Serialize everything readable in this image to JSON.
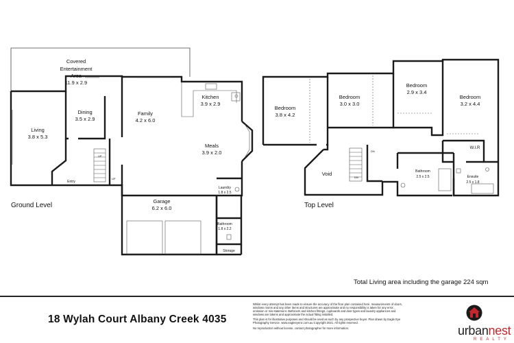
{
  "ground_level": {
    "level_label": "Ground Level",
    "rooms": {
      "covered_area": {
        "name_line1": "Covered",
        "name_line2": "Entertainment",
        "name_line3": "Area",
        "size": "11.9 x 2.9"
      },
      "living": {
        "name": "Living",
        "size": "3.8 x 5.3"
      },
      "dining": {
        "name": "Dining",
        "size": "3.5 x 2.9"
      },
      "family": {
        "name": "Family",
        "size": "4.2 x 6.0"
      },
      "kitchen": {
        "name": "Kitchen",
        "size": "3.9 x 2.9"
      },
      "meals": {
        "name": "Meals",
        "size": "3.9 x 2.0"
      },
      "entry": {
        "name": "Entry"
      },
      "garage": {
        "name": "Garage",
        "size": "6.2 x 6.0"
      },
      "laundry": {
        "name": "Laundry",
        "size": "1.8 x 2.5"
      },
      "bathroom": {
        "name": "Bathroom",
        "size": "1.8 x 2.2"
      },
      "storage": {
        "name": "Storage"
      }
    },
    "stair_marks": [
      "UP",
      "UP"
    ]
  },
  "top_level": {
    "level_label": "Top Level",
    "rooms": {
      "bedroom1": {
        "name": "Bedroom",
        "size": "3.8 x 4.2"
      },
      "bedroom2": {
        "name": "Bedroom",
        "size": "3.0 x 3.0"
      },
      "bedroom3": {
        "name": "Bedroom",
        "size": "2.9 x 3.4"
      },
      "bedroom4": {
        "name": "Bedroom",
        "size": "3.2 x 4.4"
      },
      "wir": {
        "name": "W.I.R"
      },
      "void": {
        "name": "Void"
      },
      "bathroom": {
        "name": "Bathroom",
        "size": "2.5 x 2.5"
      },
      "ensuite": {
        "name": "Ensuite",
        "size": "2.5 x 1.8"
      }
    },
    "stair_marks": [
      "DN",
      "DN"
    ]
  },
  "total_area": "Total Living area including the garage 224 sqm",
  "address": "18 Wylah Court Albany Creek 4035",
  "disclaimer": [
    "Whilst every attempt has been made to ensure the accuracy of the floor plan contained here, measurements of doors, windows rooms and any other items and structures are approximate and no responsibility is taken for any error, omission or mis-statement. Bathroom and kitchen fittings, cupboards and door types and laundry appliances and windows are tokens and approximate the actual fitting installed.",
    "This plan is for illustrative purposes and should be used as such by any prospective buyer. Plan drawn by Eagle Eye Photography Service. www.eagleeyenz.com.au Copyright 2021. All rights reserved.",
    "No reproduction without license, contact photographer for more information."
  ],
  "brand": {
    "name_start": "urban",
    "name_highlight": "nest",
    "sub": "REALTY",
    "accent_color": "#c1272d"
  },
  "icons": [
    "house-logo-icon"
  ]
}
